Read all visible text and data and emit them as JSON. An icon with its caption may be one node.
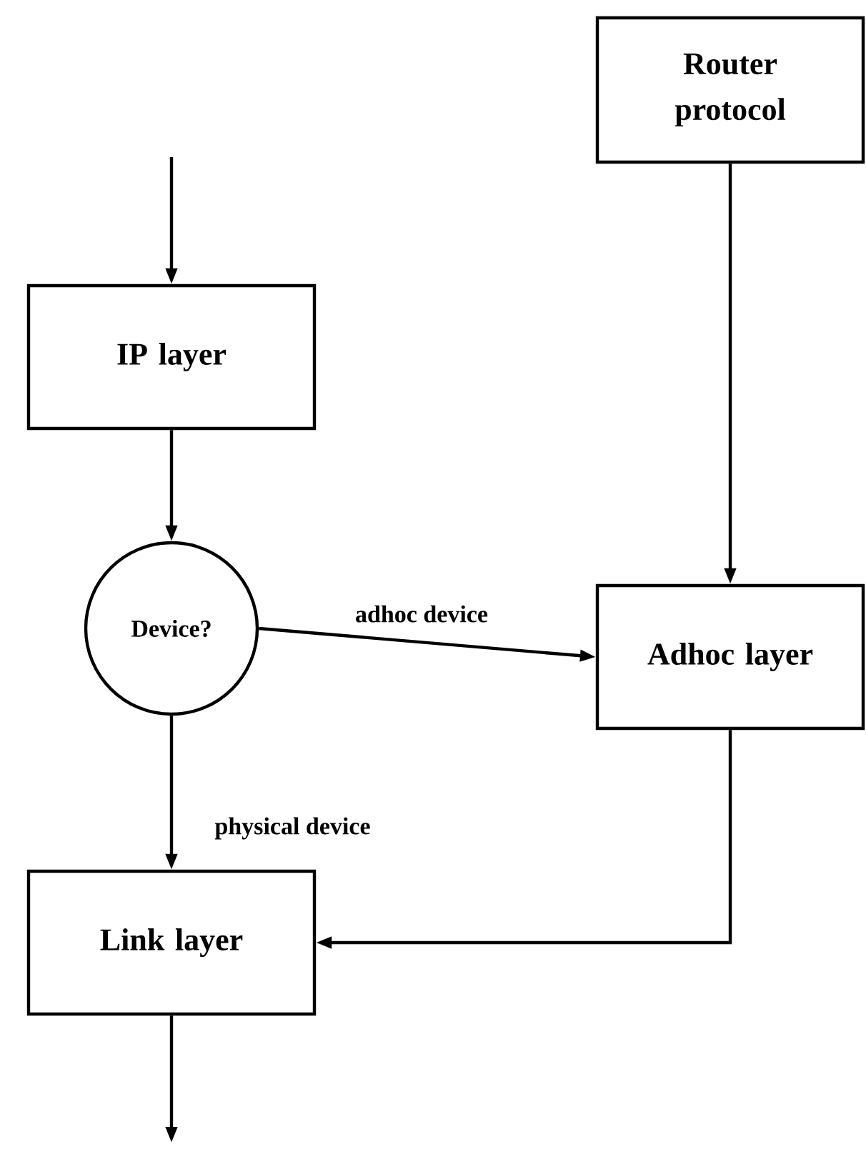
{
  "diagram": {
    "nodes": [
      {
        "text": [
          "Router protocol"
        ]
      },
      {
        "text": [
          "IP layer"
        ]
      },
      {
        "text": [
          "Device?"
        ]
      },
      {
        "text": [
          "Adhoc layer"
        ]
      },
      {
        "text": [
          "Link layer"
        ]
      }
    ],
    "edges": [
      {
        "from": null,
        "to": 1,
        "arrow": "to"
      },
      {
        "from": 1,
        "to": 2,
        "arrow": "to"
      },
      {
        "from": 0,
        "to": 3,
        "arrow": "to"
      },
      {
        "from": 2,
        "to": 3,
        "label": "adhoc device",
        "arrow": "to"
      },
      {
        "from": 2,
        "to": 4,
        "label": "physical device",
        "arrow": "to"
      },
      {
        "from": 3,
        "to": 4,
        "arrow": "to"
      },
      {
        "from": 4,
        "to": null,
        "arrow": "to"
      }
    ]
  }
}
